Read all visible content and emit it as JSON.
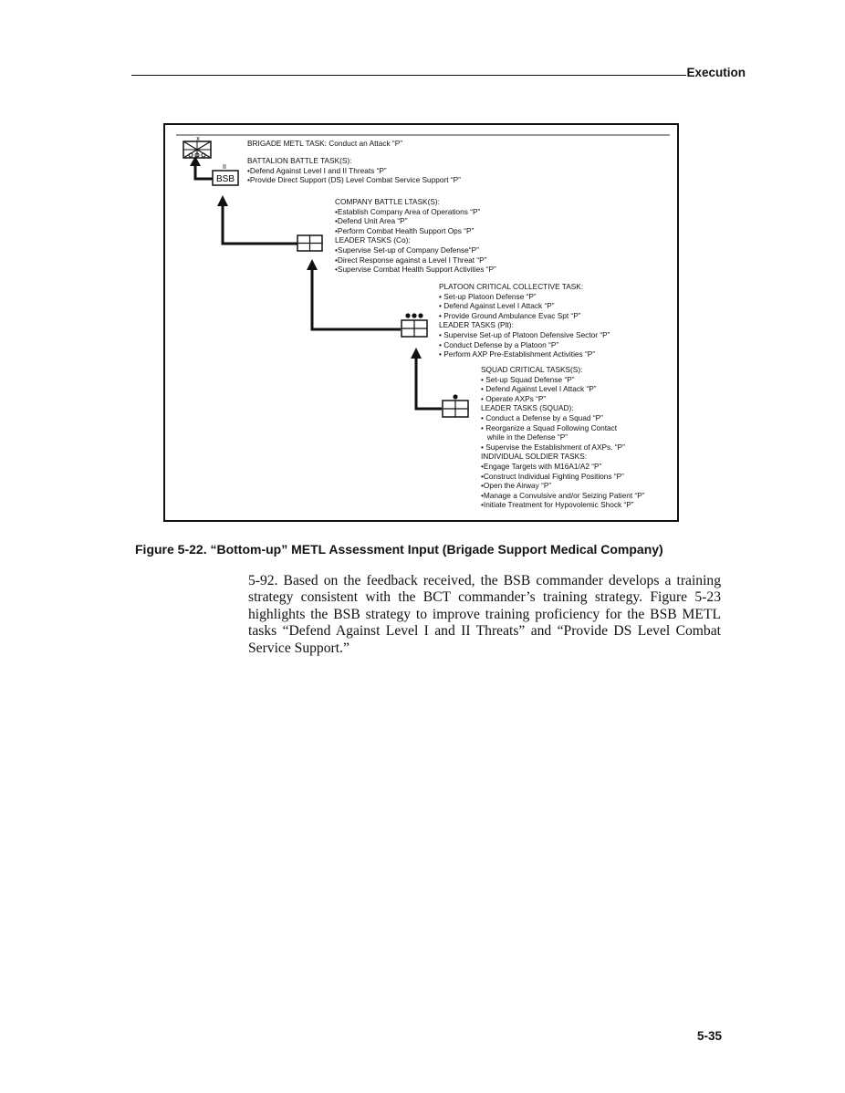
{
  "header": {
    "section_title": "Execution"
  },
  "figure": {
    "unit_labels": {
      "bsb": "BSB"
    },
    "brigade": {
      "title": "BRIGADE METL TASK: Conduct an Attack “P”"
    },
    "battalion": {
      "title": "BATTALION BATTLE TASK(S):",
      "items": [
        "•Defend Against Level I and II Threats “P”",
        "•Provide Direct Support (DS) Level Combat Service Support “P”"
      ]
    },
    "company": {
      "title": "COMPANY BATTLE LTASK(S):",
      "items": [
        "•Establish Company Area of Operations “P”",
        "•Defend Unit Area “P”",
        "•Perform Combat Health Support Ops “P”"
      ],
      "leader_title": "LEADER TASKS (Co):",
      "leader_items": [
        "•Supervise Set-up of Company Defense“P”",
        "•Direct Response against a Level I Threat “P”",
        "•Supervise Combat Health Support Activities “P”"
      ]
    },
    "platoon": {
      "title": "PLATOON CRITICAL COLLECTIVE TASK:",
      "items": [
        "• Set-up Platoon Defense “P”",
        "• Defend Against Level I Attack “P”",
        "• Provide Ground Ambulance Evac Spt “P”"
      ],
      "leader_title": "LEADER TASKS (Plt):",
      "leader_items": [
        "• Supervise Set-up of Platoon Defensive Sector “P”",
        "• Conduct Defense by a Platoon “P”",
        "• Perform AXP Pre-Establishment Activities “P”"
      ]
    },
    "squad": {
      "title": "SQUAD CRITICAL TASKS(S):",
      "items": [
        "• Set-up Squad Defense “P”",
        "• Defend Against Level I Attack “P”",
        "• Operate AXPs “P”"
      ],
      "leader_title": "LEADER TASKS (SQUAD):",
      "leader_items": [
        "• Conduct a Defense by a Squad “P”",
        "• Reorganize a Squad Following Contact",
        "   while in the Defense “P”",
        "• Supervise the Establishment of AXPs. “P”"
      ],
      "individual_title": "INDIVIDUAL SOLDIER TASKS:",
      "individual_items": [
        "•Engage Targets with M16A1/A2 “P”",
        "•Construct Individual Fighting Positions “P”",
        "•Open the Airway “P”",
        "•Manage a Convulsive and/or Seizing Patient “P”",
        "•Initiate Treatment for Hypovolemic Shock “P”"
      ]
    }
  },
  "caption": "Figure 5-22. “Bottom-up” METL Assessment Input (Brigade Support Medical Company)",
  "body_paragraph": "5-92. Based on the feedback received, the BSB commander develops a training strategy consistent with the BCT commander’s training strategy. Figure 5-23 highlights the BSB strategy to improve training proficiency for the BSB METL tasks “Defend Against Level I and II Threats” and “Provide DS Level Combat Service Support.”",
  "page_number": "5-35"
}
